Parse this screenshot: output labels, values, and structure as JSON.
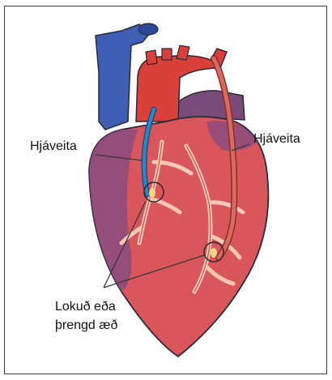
{
  "labels": {
    "bypass_left": "Hjáveita",
    "bypass_right": "Hjáveita",
    "blocked_line1": "Lokuð eða",
    "blocked_line2": "þrengd æð"
  },
  "colors": {
    "vena_cava": "#3f5fb5",
    "aorta": "#d9403a",
    "pulmonary": "#7a4a78",
    "heart_body": "#d9575a",
    "heart_shadow": "#7d4a86",
    "coronary": "#f6c8b8",
    "bypass_blue": "#2f86c6",
    "bypass_red": "#c9504c",
    "frame_border": "#3a3a3a"
  }
}
